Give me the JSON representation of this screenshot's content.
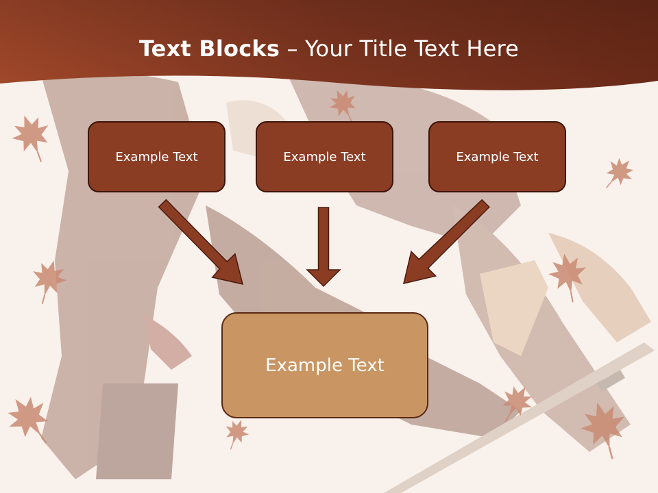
{
  "slide": {
    "title_bold": "Text Blocks",
    "title_rest": " – Your Title Text Here",
    "blocks": [
      {
        "label": "Example Text"
      },
      {
        "label": "Example Text"
      },
      {
        "label": "Example Text"
      }
    ],
    "result_block": {
      "label": "Example Text"
    }
  },
  "colors": {
    "header": "#7e3520",
    "block_fill": "#8b3d24",
    "block_border": "#3d1408",
    "result_fill": "#c99562",
    "arrow_fill": "#8b3d24",
    "background": "#f9f1ec"
  },
  "icons": {
    "decoration": "maple-leaf-icon",
    "arrow": "arrow-down-icon"
  }
}
